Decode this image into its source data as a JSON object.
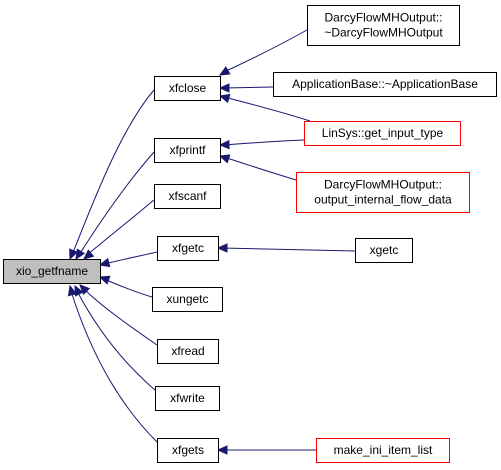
{
  "colors": {
    "edge": "#191970",
    "root_fill": "#bfbfbf",
    "node_fill": "#ffffff",
    "node_border": "#000000",
    "red_border": "#ff0000"
  },
  "nodes": [
    {
      "id": "xio_getfname",
      "lines": [
        "xio_getfname"
      ],
      "border": "gray",
      "interactable": false
    },
    {
      "id": "xfclose",
      "lines": [
        "xfclose"
      ],
      "border": "black",
      "interactable": true
    },
    {
      "id": "xfprintf",
      "lines": [
        "xfprintf"
      ],
      "border": "black",
      "interactable": true
    },
    {
      "id": "xfscanf",
      "lines": [
        "xfscanf"
      ],
      "border": "black",
      "interactable": true
    },
    {
      "id": "xfgetc",
      "lines": [
        "xfgetc"
      ],
      "border": "black",
      "interactable": true
    },
    {
      "id": "xungetc",
      "lines": [
        "xungetc"
      ],
      "border": "black",
      "interactable": true
    },
    {
      "id": "xfread",
      "lines": [
        "xfread"
      ],
      "border": "black",
      "interactable": true
    },
    {
      "id": "xfwrite",
      "lines": [
        "xfwrite"
      ],
      "border": "black",
      "interactable": true
    },
    {
      "id": "xfgets",
      "lines": [
        "xfgets"
      ],
      "border": "black",
      "interactable": true
    },
    {
      "id": "darcy_destructor",
      "lines": [
        "DarcyFlowMHOutput::",
        "~DarcyFlowMHOutput"
      ],
      "border": "black",
      "interactable": true
    },
    {
      "id": "appbase_destructor",
      "lines": [
        "ApplicationBase::~ApplicationBase"
      ],
      "border": "black",
      "interactable": true
    },
    {
      "id": "linsys_get_input_type",
      "lines": [
        "LinSys::get_input_type"
      ],
      "border": "red",
      "interactable": true
    },
    {
      "id": "darcy_output_internal",
      "lines": [
        "DarcyFlowMHOutput::",
        "output_internal_flow_data"
      ],
      "border": "red",
      "interactable": true
    },
    {
      "id": "xgetc",
      "lines": [
        "xgetc"
      ],
      "border": "black",
      "interactable": true
    },
    {
      "id": "make_ini_item_list",
      "lines": [
        "make_ini_item_list"
      ],
      "border": "red",
      "interactable": true
    }
  ],
  "edges": [
    {
      "from": "xfclose",
      "to": "xio_getfname"
    },
    {
      "from": "xfprintf",
      "to": "xio_getfname"
    },
    {
      "from": "xfscanf",
      "to": "xio_getfname"
    },
    {
      "from": "xfgetc",
      "to": "xio_getfname"
    },
    {
      "from": "xungetc",
      "to": "xio_getfname"
    },
    {
      "from": "xfread",
      "to": "xio_getfname"
    },
    {
      "from": "xfwrite",
      "to": "xio_getfname"
    },
    {
      "from": "xfgets",
      "to": "xio_getfname"
    },
    {
      "from": "darcy_destructor",
      "to": "xfclose"
    },
    {
      "from": "appbase_destructor",
      "to": "xfclose"
    },
    {
      "from": "linsys_get_input_type",
      "to": "xfclose"
    },
    {
      "from": "linsys_get_input_type",
      "to": "xfprintf"
    },
    {
      "from": "darcy_output_internal",
      "to": "xfprintf"
    },
    {
      "from": "xgetc",
      "to": "xfgetc"
    },
    {
      "from": "make_ini_item_list",
      "to": "xfgets"
    }
  ]
}
